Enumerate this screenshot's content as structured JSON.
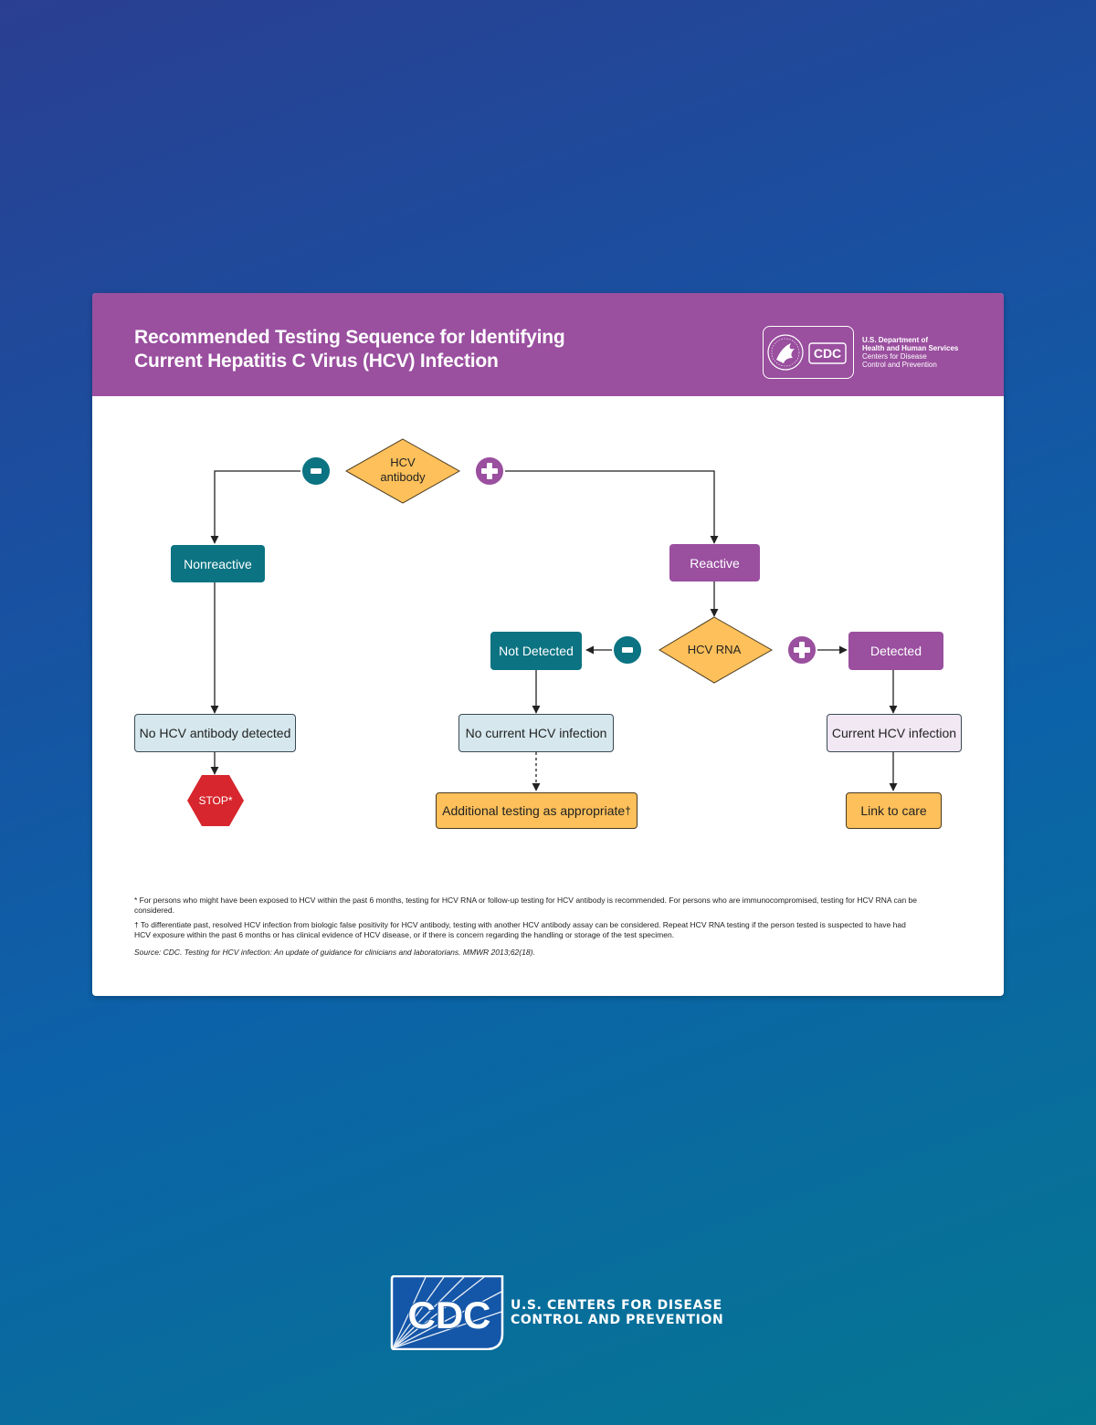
{
  "header": {
    "title_line1": "Recommended Testing Sequence for Identifying",
    "title_line2": "Current Hepatitis C Virus (HCV) Infection",
    "hhs_line1": "U.S. Department of",
    "hhs_line2": "Health and Human Services",
    "hhs_line3": "Centers for Disease",
    "hhs_line4": "Control and Prevention",
    "logo_text": "CDC"
  },
  "flow": {
    "antibody_line1": "HCV",
    "antibody_line2": "antibody",
    "nonreactive": "Nonreactive",
    "reactive": "Reactive",
    "hcv_rna": "HCV RNA",
    "not_detected": "Not Detected",
    "detected": "Detected",
    "no_antibody": "No HCV antibody detected",
    "stop": "STOP*",
    "no_current": "No current HCV infection",
    "current": "Current HCV infection",
    "additional": "Additional testing as appropriate",
    "dagger": "†",
    "link_care": "Link to care"
  },
  "footnotes": {
    "note1": "* For persons who might have been exposed to HCV within the past 6 months, testing for HCV RNA or follow-up testing for HCV antibody is recommended. For persons who are immunocompromised, testing for HCV RNA can be considered.",
    "note2": "† To differentiate past, resolved HCV infection from biologic false positivity for HCV antibody, testing with another HCV antibody assay can be considered. Repeat HCV RNA testing if the person tested is suspected to have had HCV exposure within the past 6 months or has clinical evidence of HCV disease, or if there is concern regarding the handling or storage of the test specimen.",
    "source": "Source: CDC. Testing for HCV infection: An update of guidance for clinicians and laboratorians. MMWR 2013;62(18)."
  },
  "footer": {
    "logo_text": "CDC",
    "line1": "U.S. CENTERS FOR DISEASE",
    "line2": "CONTROL AND PREVENTION"
  },
  "colors": {
    "purple": "#9a4f9f",
    "teal": "#0b7382",
    "orange": "#fdc05a",
    "stop_red": "#d7262d"
  }
}
